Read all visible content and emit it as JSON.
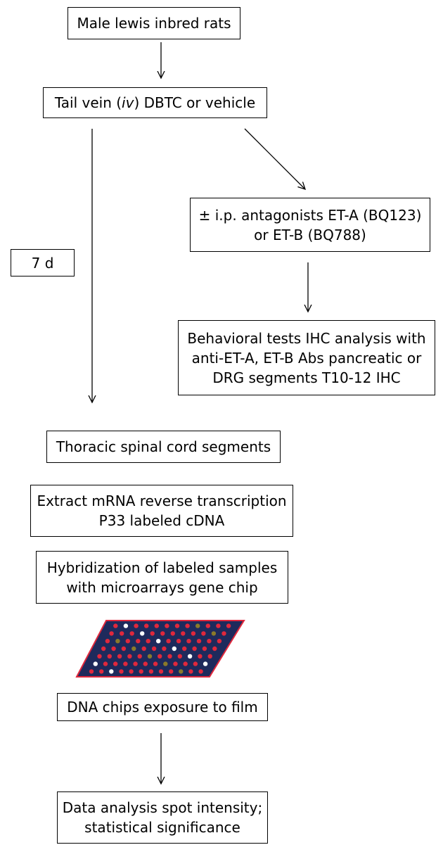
{
  "diagram": {
    "boxes": {
      "rats": {
        "lines": [
          "Male lewis inbred rats"
        ]
      },
      "tail_vein": {
        "before": "Tail vein (",
        "italic": "iv",
        "after": ") DBTC or vehicle"
      },
      "antagonists": {
        "lines": [
          "± i.p. antagonists ET-A (BQ123)",
          "or ET-B (BQ788)"
        ]
      },
      "duration": {
        "lines": [
          "7 d"
        ]
      },
      "behavioral": {
        "lines": [
          "Behavioral tests IHC analysis with",
          "anti-ET-A, ET-B Abs pancreatic or",
          "DRG segments T10-12 IHC"
        ]
      },
      "thoracic": {
        "lines": [
          "Thoracic spinal cord segments"
        ]
      },
      "extract": {
        "lines": [
          "Extract mRNA reverse transcription",
          "P33 labeled cDNA"
        ]
      },
      "hybridization": {
        "lines": [
          "Hybridization of labeled samples",
          "with microarrays gene chip"
        ]
      },
      "dna_chips": {
        "lines": [
          "DNA chips exposure to film"
        ]
      },
      "data_analysis": {
        "lines": [
          "Data analysis spot intensity;",
          "statistical significance"
        ]
      }
    },
    "colors": {
      "chip_fill": "#1e2a5c",
      "chip_border": "#e0283c",
      "spot_red": "#e0283c",
      "spot_white": "#ffffff",
      "spot_olive": "#8a7a2a"
    }
  }
}
